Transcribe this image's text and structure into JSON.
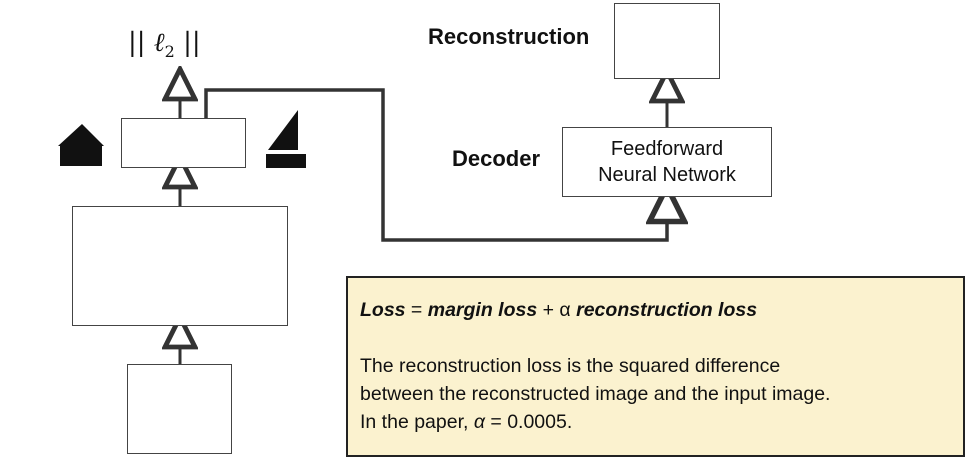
{
  "top_norm": {
    "bars_left": "||",
    "symbol": "ℓ",
    "subscript": "2",
    "bars_right": "||"
  },
  "reconstruction": {
    "label": "Reconstruction"
  },
  "decoder": {
    "label": "Decoder",
    "box_line1": "Feedforward",
    "box_line2": "Neural Network"
  },
  "note": {
    "formula": {
      "loss": "Loss",
      "equals": " = ",
      "margin_loss": "margin loss",
      "plus_alpha": " + α ",
      "reconstruction_loss": "reconstruction loss"
    },
    "line1": "The reconstruction loss is the squared difference",
    "line2": "between the reconstructed image and the input image.",
    "line3_prefix": "In the paper, ",
    "line3_alpha": "α",
    "line3_suffix": " = 0.0005."
  },
  "colors": {
    "capsule_blue": "#3f7fd6",
    "capsule_dark": "#333333",
    "note_bg": "#fbf2cf"
  }
}
